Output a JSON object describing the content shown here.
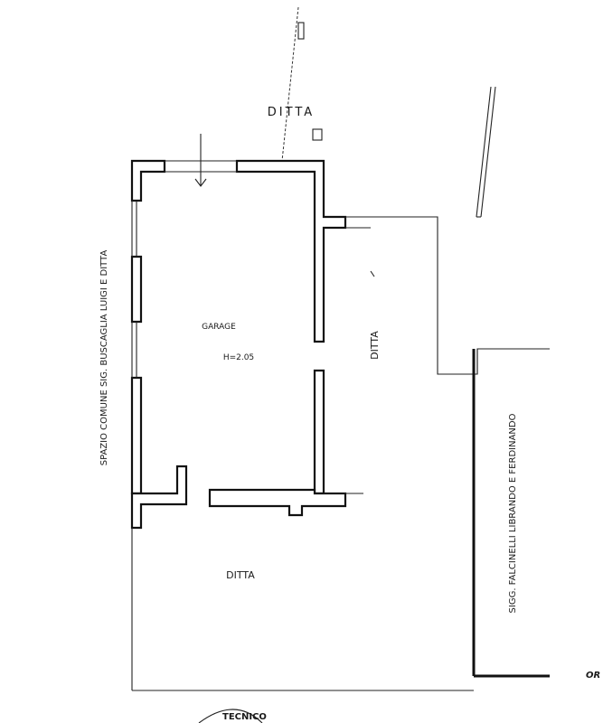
{
  "labels": {
    "ditta_top": "DITTA",
    "garage": "GARAGE",
    "garage_height": "H=2.05",
    "ditta_right": "DITTA",
    "ditta_bottom": "DITTA",
    "left_side": "SPAZIO COMUNE SIG. BUSCAGLIA LUIGI E DITTA",
    "right_side": "SIGG. FALCINELLI LIBRANDO E FERDINANDO",
    "corner": "OR",
    "stamp_partial": "TECNICO"
  },
  "colors": {
    "ink": "#111111",
    "paper": "#ffffff"
  }
}
